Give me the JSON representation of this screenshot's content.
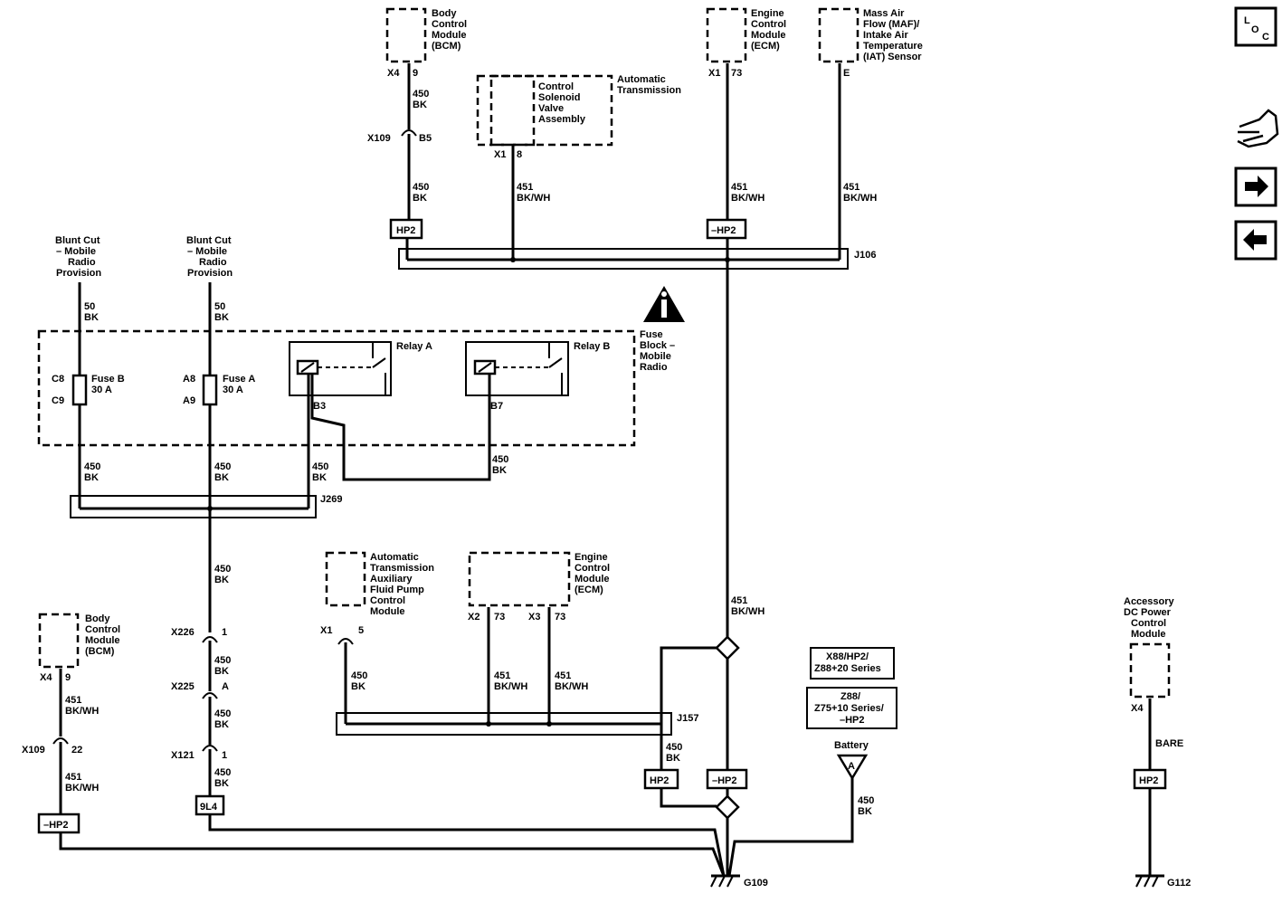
{
  "components": {
    "bcm_top": {
      "lines": [
        "Body",
        "Control",
        "Module",
        "(BCM)"
      ],
      "connector": "X4",
      "pin": "9"
    },
    "control_solenoid": {
      "lines": [
        "Control",
        "Solenoid",
        "Valve",
        "Assembly"
      ],
      "connector": "X1",
      "pin": "8"
    },
    "auto_trans": {
      "lines": [
        "Automatic",
        "Transmission"
      ]
    },
    "ecm_top": {
      "lines": [
        "Engine",
        "Control",
        "Module",
        "(ECM)"
      ],
      "connector": "X1",
      "pin": "73"
    },
    "maf": {
      "lines": [
        "Mass Air",
        "Flow (MAF)/",
        "Intake Air",
        "Temperature",
        "(IAT) Sensor"
      ],
      "pin": "E"
    },
    "blunt_left": {
      "lines": [
        "Blunt Cut",
        "– Mobile",
        "Radio",
        "Provision"
      ]
    },
    "blunt_right": {
      "lines": [
        "Blunt Cut",
        "– Mobile",
        "Radio",
        "Provision"
      ]
    },
    "fuse_block": {
      "lines": [
        "Fuse",
        "Block –",
        "Mobile",
        "Radio"
      ]
    },
    "fuse_b": {
      "lines": [
        "Fuse B",
        "30 A"
      ],
      "pin_top": "C8",
      "pin_bottom": "C9"
    },
    "fuse_a": {
      "lines": [
        "Fuse A",
        "30 A"
      ],
      "pin_top": "A8",
      "pin_bottom": "A9"
    },
    "relay_a": {
      "label": "Relay A",
      "pin": "B3"
    },
    "relay_b": {
      "label": "Relay B",
      "pin": "B7"
    },
    "atafp": {
      "lines": [
        "Automatic",
        "Transmission",
        "Auxiliary",
        "Fluid Pump",
        "Control",
        "Module"
      ],
      "connector": "X1",
      "pin": "5"
    },
    "ecm_mid": {
      "lines": [
        "Engine",
        "Control",
        "Module",
        "(ECM)"
      ],
      "conn_a": "X2",
      "pin_a": "73",
      "conn_b": "X3",
      "pin_b": "73"
    },
    "bcm_bottom": {
      "lines": [
        "Body",
        "Control",
        "Module",
        "(BCM)"
      ],
      "connector": "X4",
      "pin": "9"
    },
    "acc_dc": {
      "lines": [
        "Accessory",
        "DC Power",
        "Control",
        "Module"
      ],
      "connector": "X4"
    },
    "battery": {
      "label": "Battery",
      "symbol": "A"
    }
  },
  "wires": {
    "w450bk": [
      "450",
      "BK"
    ],
    "w451bkwh": [
      "451",
      "BK/WH"
    ],
    "w50bk": [
      "50",
      "BK"
    ],
    "bare": "BARE"
  },
  "connectors": {
    "x109_top": {
      "name": "X109",
      "pin": "B5"
    },
    "x226": {
      "name": "X226",
      "pin": "1"
    },
    "x225": {
      "name": "X225",
      "pin": "A"
    },
    "x121": {
      "name": "X121",
      "pin": "1"
    },
    "x109_bottom": {
      "name": "X109",
      "pin": "22"
    }
  },
  "splices": {
    "j106": "J106",
    "j269": "J269",
    "j157": "J157"
  },
  "grounds": {
    "g109": "G109",
    "g112": "G112"
  },
  "option_tags": {
    "hp2": "HP2",
    "not_hp2": "–HP2",
    "nine_l4": "9L4"
  },
  "legend": {
    "diamond_a": [
      "X88/HP2/",
      "Z88+20 Series"
    ],
    "diamond_b": [
      "Z88/",
      "Z75+10 Series/",
      "–HP2"
    ]
  },
  "nav": {
    "loc": {
      "l": "L",
      "o": "O",
      "c": "C"
    },
    "icons": [
      "loc-icon",
      "connector-icon",
      "next-arrow-icon",
      "prev-arrow-icon",
      "info-icon"
    ]
  }
}
